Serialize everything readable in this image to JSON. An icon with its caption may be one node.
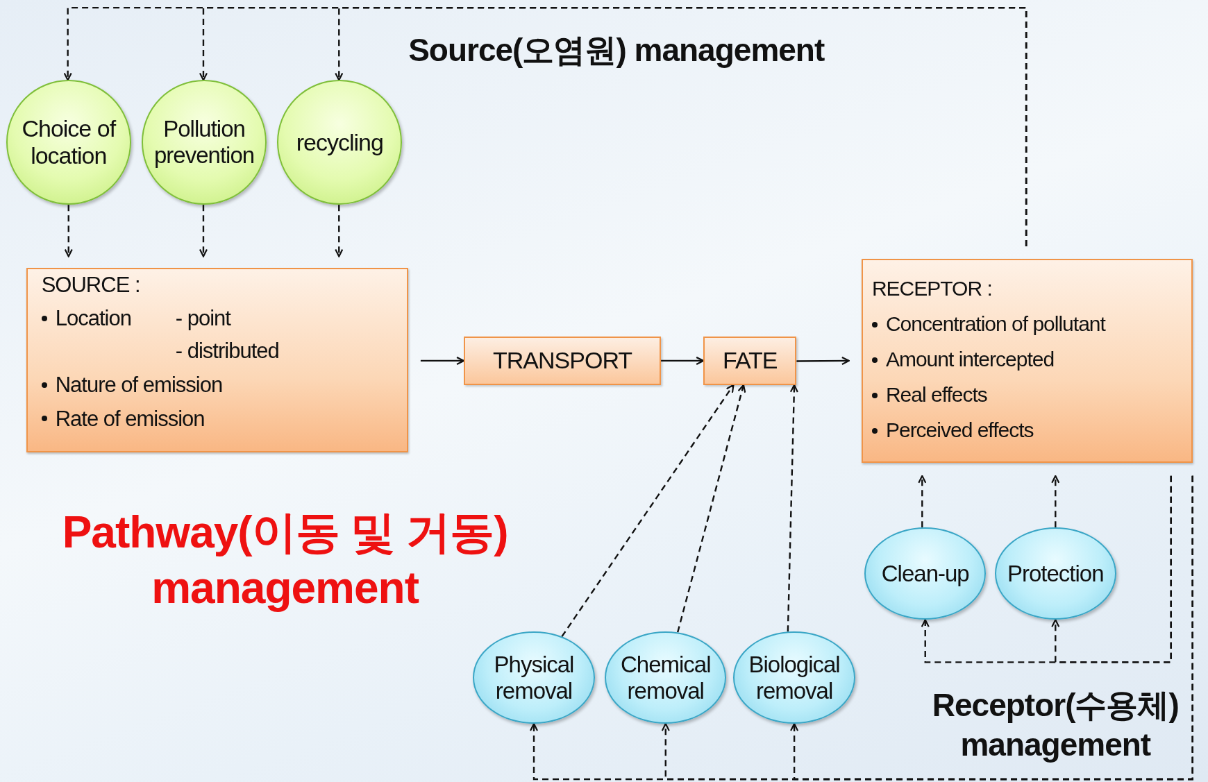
{
  "diagram": {
    "nodes": [
      {
        "text": [
          "Choice of location"
        ]
      },
      {
        "text": [
          "Pollution prevention"
        ]
      },
      {
        "text": [
          "recycling"
        ]
      },
      {
        "text": [
          "SOURCE :",
          "Location",
          "- point",
          "- distributed",
          "Nature of emission",
          "Rate of emission"
        ]
      },
      {
        "text": [
          "TRANSPORT"
        ]
      },
      {
        "text": [
          "FATE"
        ]
      },
      {
        "text": [
          "RECEPTOR :",
          "Concentration of pollutant",
          "Amount intercepted",
          "Real effects",
          "Perceived effects"
        ]
      },
      {
        "text": [
          "Clean-up"
        ]
      },
      {
        "text": [
          "Protection"
        ]
      },
      {
        "text": [
          "Physical removal"
        ]
      },
      {
        "text": [
          "Chemical removal"
        ]
      },
      {
        "text": [
          "Biological removal"
        ]
      }
    ],
    "edges": [
      {
        "from": 3,
        "to": 4,
        "arrow": "to"
      },
      {
        "from": 4,
        "to": 5,
        "arrow": "to"
      },
      {
        "from": 5,
        "to": 6,
        "arrow": "to"
      },
      {
        "from": 6,
        "to": 0,
        "arrow": "to",
        "style": "dashed"
      },
      {
        "from": 6,
        "to": 1,
        "arrow": "to",
        "style": "dashed"
      },
      {
        "from": 6,
        "to": 2,
        "arrow": "to",
        "style": "dashed"
      },
      {
        "from": 0,
        "to": 3,
        "arrow": "to",
        "style": "dashed"
      },
      {
        "from": 1,
        "to": 3,
        "arrow": "to",
        "style": "dashed"
      },
      {
        "from": 2,
        "to": 3,
        "arrow": "to",
        "style": "dashed"
      },
      {
        "from": 9,
        "to": 5,
        "arrow": "to",
        "style": "dashed"
      },
      {
        "from": 10,
        "to": 5,
        "arrow": "to",
        "style": "dashed"
      },
      {
        "from": 11,
        "to": 5,
        "arrow": "to",
        "style": "dashed"
      },
      {
        "from": 7,
        "to": 6,
        "arrow": "to",
        "style": "dashed"
      },
      {
        "from": 8,
        "to": 6,
        "arrow": "to",
        "style": "dashed"
      },
      {
        "from": 6,
        "to": 7,
        "arrow": "to",
        "style": "dashed"
      },
      {
        "from": 6,
        "to": 8,
        "arrow": "to",
        "style": "dashed"
      },
      {
        "from": 6,
        "to": 9,
        "arrow": "to",
        "style": "dashed"
      },
      {
        "from": 6,
        "to": 10,
        "arrow": "to",
        "style": "dashed"
      },
      {
        "from": 6,
        "to": 11,
        "arrow": "to",
        "style": "dashed"
      }
    ],
    "labels": [
      "Source(오염원) management",
      "Pathway(이동 및 거동) management",
      "Receptor(수용체) management"
    ]
  }
}
